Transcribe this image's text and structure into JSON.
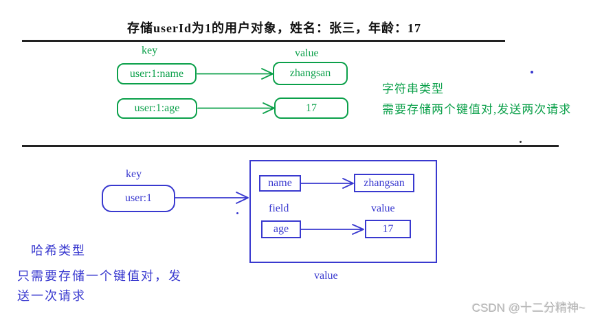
{
  "title": "存储userId为1的用户对象，姓名：张三，年龄：17",
  "string_section": {
    "key_label": "key",
    "value_label": "value",
    "rows": [
      {
        "key": "user:1:name",
        "value": "zhangsan"
      },
      {
        "key": "user:1:age",
        "value": "17"
      }
    ],
    "note": {
      "line1": "字符串类型",
      "line2": "需要存储两个键值对,发送两次请求"
    }
  },
  "hash_section": {
    "key_label": "key",
    "key_value": "user:1",
    "field_label": "field",
    "value_label": "value",
    "outer_value_label": "value",
    "rows": [
      {
        "field": "name",
        "value": "zhangsan"
      },
      {
        "field": "age",
        "value": "17"
      }
    ],
    "note": {
      "line1": "哈希类型",
      "line2": "只需要存储一个键值对，发",
      "line3": "送一次请求"
    }
  },
  "watermark": "CSDN @十二分精神~",
  "colors": {
    "green": "#0ba04a",
    "blue": "#3939cf",
    "ink": "#222222",
    "watermark-gray": "#b3b3b3"
  }
}
